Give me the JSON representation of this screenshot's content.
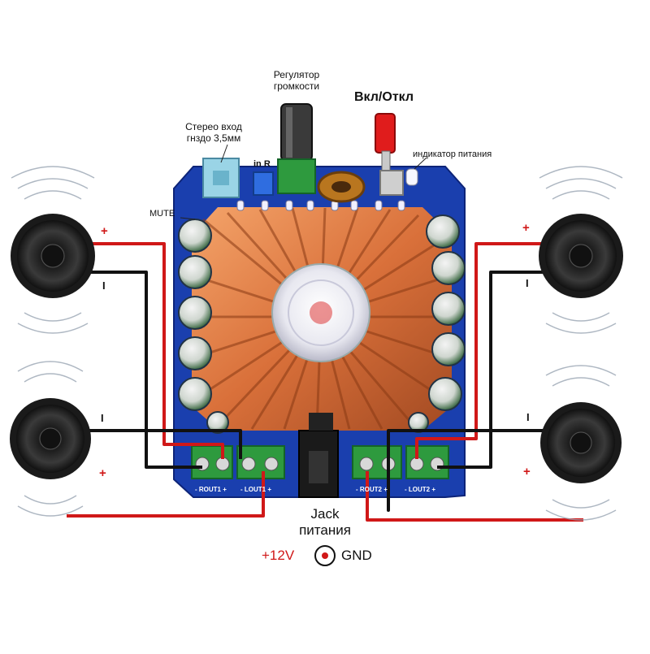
{
  "labels": {
    "volume_regulator": "Регулятор\nгромкости",
    "power_switch": "Вкл/Откл",
    "stereo_input": "Стерео вход\nгнздо 3,5мм",
    "power_indicator": "индикатор питания",
    "in_r": "in R",
    "mute": "MUTE",
    "jack_power": "Jack\nпитания",
    "plus12v": "+12V",
    "gnd": "GND"
  },
  "polarity": {
    "plus": "+",
    "minus": "I"
  },
  "silkscreen": {
    "rout1": "- ROUT1 +",
    "lout1": "- LOUT1 +",
    "rout2": "- ROUT2 +",
    "lout2": "- LOUT2 +"
  },
  "colors": {
    "board": "#1a3fae",
    "heatsink": "#e8834a",
    "terminal": "#2e9a3e",
    "wire_red": "#d01818",
    "wire_black": "#111111",
    "speaker_cone": "#2a2a2a"
  },
  "icons": {
    "dc_jack": "dc-jack-polarity-icon",
    "speaker": "speaker-icon",
    "sound_waves": "sound-waves-icon"
  }
}
